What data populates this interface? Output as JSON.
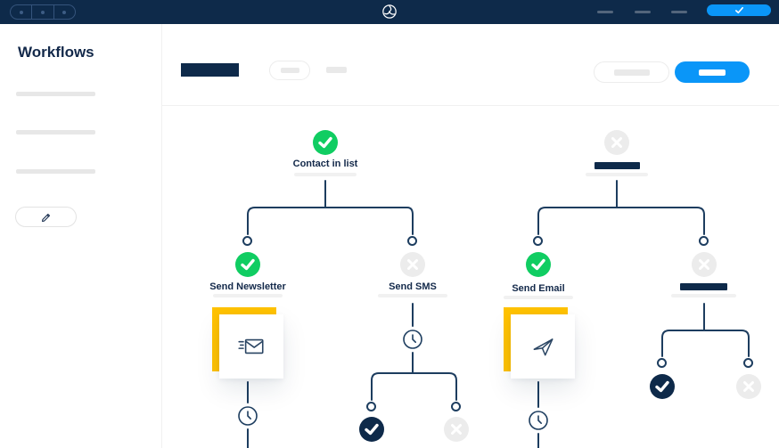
{
  "topbar": {
    "window_controls": {
      "icon": "window-controls-icon",
      "dots": 3
    },
    "logo_icon": "swirl-logo-icon",
    "menu_placeholders": 3,
    "confirm_button": {
      "icon": "check-icon"
    }
  },
  "sidebar": {
    "title": "Workflows",
    "placeholder_lines": 3,
    "edit_button": {
      "icon": "pencil-icon"
    }
  },
  "main_header": {
    "title_placeholder": "navy-block",
    "toggle_placeholder": "outlined-pill-dash",
    "secondary_button": {
      "style": "outline",
      "label_placeholder": "gray-dash"
    },
    "primary_button": {
      "style": "blue",
      "label_placeholder": "white-dash"
    }
  },
  "workflow": {
    "left_tree": {
      "root": {
        "label": "Contact in list",
        "status": "success"
      },
      "children": [
        {
          "label": "Send Newsletter",
          "status": "success",
          "card_icon": "envelope-newsletter-icon",
          "next_step": "delay-clock"
        },
        {
          "label": "Send SMS",
          "status": "inactive",
          "next_step": "delay-clock",
          "branches": [
            {
              "status": "done-dark"
            },
            {
              "status": "inactive"
            }
          ]
        }
      ]
    },
    "right_tree": {
      "root": {
        "label": "",
        "label_placeholder": "navy-bar",
        "status": "inactive"
      },
      "children": [
        {
          "label": "Send Email",
          "status": "success",
          "card_icon": "paper-plane-icon",
          "next_step": "delay-clock"
        },
        {
          "label": "",
          "label_placeholder": "navy-bar",
          "status": "inactive",
          "branches": [
            {
              "status": "done-dark"
            },
            {
              "status": "inactive"
            }
          ]
        }
      ]
    },
    "colors": {
      "success_green": "#10CD62",
      "navy": "#0E2A4A",
      "inactive_gray": "#ECECEC",
      "connector": "#1D3D5F",
      "card_accent_yellow": "#FFC200",
      "accent_blue": "#0A96F8"
    }
  }
}
